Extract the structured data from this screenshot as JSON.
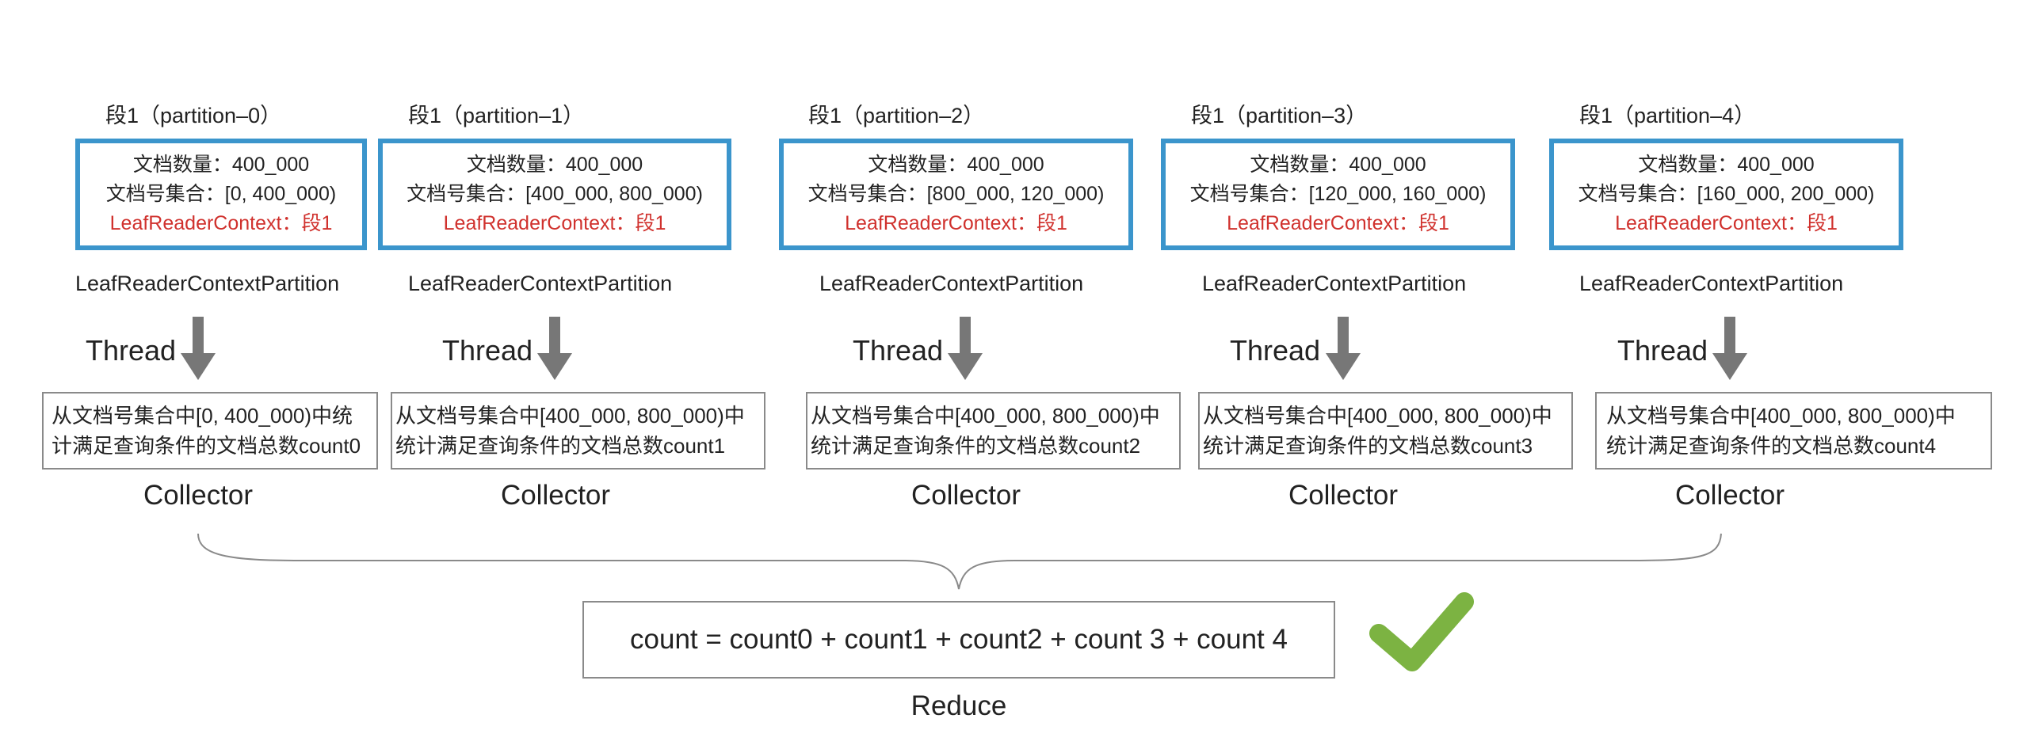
{
  "segments": [
    {
      "title": "段1（partition–0）",
      "count_line": "文档数量：400_000",
      "range_line": "文档号集合：[0, 400_000)",
      "context_line": "LeafReaderContext：段1",
      "partition_label": "LeafReaderContextPartition",
      "thread_label": "Thread",
      "collect_line1": "从文档号集合中[0, 400_000)中统",
      "collect_line2": "计满足查询条件的文档总数count0",
      "collector_label": "Collector"
    },
    {
      "title": "段1（partition–1）",
      "count_line": "文档数量：400_000",
      "range_line": "文档号集合：[400_000, 800_000)",
      "context_line": "LeafReaderContext：段1",
      "partition_label": "LeafReaderContextPartition",
      "thread_label": "Thread",
      "collect_line1": "从文档号集合中[400_000, 800_000)中",
      "collect_line2": "统计满足查询条件的文档总数count1",
      "collector_label": "Collector"
    },
    {
      "title": "段1（partition–2）",
      "count_line": "文档数量：400_000",
      "range_line": "文档号集合：[800_000, 120_000)",
      "context_line": "LeafReaderContext：段1",
      "partition_label": "LeafReaderContextPartition",
      "thread_label": "Thread",
      "collect_line1": "从文档号集合中[400_000, 800_000)中",
      "collect_line2": "统计满足查询条件的文档总数count2",
      "collector_label": "Collector"
    },
    {
      "title": "段1（partition–3）",
      "count_line": "文档数量：400_000",
      "range_line": "文档号集合：[120_000, 160_000)",
      "context_line": "LeafReaderContext：段1",
      "partition_label": "LeafReaderContextPartition",
      "thread_label": "Thread",
      "collect_line1": "从文档号集合中[400_000, 800_000)中",
      "collect_line2": "统计满足查询条件的文档总数count3",
      "collector_label": "Collector"
    },
    {
      "title": "段1（partition–4）",
      "count_line": "文档数量：400_000",
      "range_line": "文档号集合：[160_000, 200_000)",
      "context_line": "LeafReaderContext：段1",
      "partition_label": "LeafReaderContextPartition",
      "thread_label": "Thread",
      "collect_line1": "从文档号集合中[400_000, 800_000)中",
      "collect_line2": "统计满足查询条件的文档总数count4",
      "collector_label": "Collector"
    }
  ],
  "reduce": {
    "formula": "count = count0 + count1 + count2 + count 3 + count 4",
    "label": "Reduce"
  },
  "colors": {
    "segment_border": "#3b95cc",
    "context_text": "#d0312d",
    "arrow": "#777777",
    "check": "#7cb342",
    "box_border": "#8a8a8a"
  },
  "icons": {
    "down_arrow": "down-arrow-icon",
    "check": "check-icon",
    "brace": "brace-icon"
  }
}
